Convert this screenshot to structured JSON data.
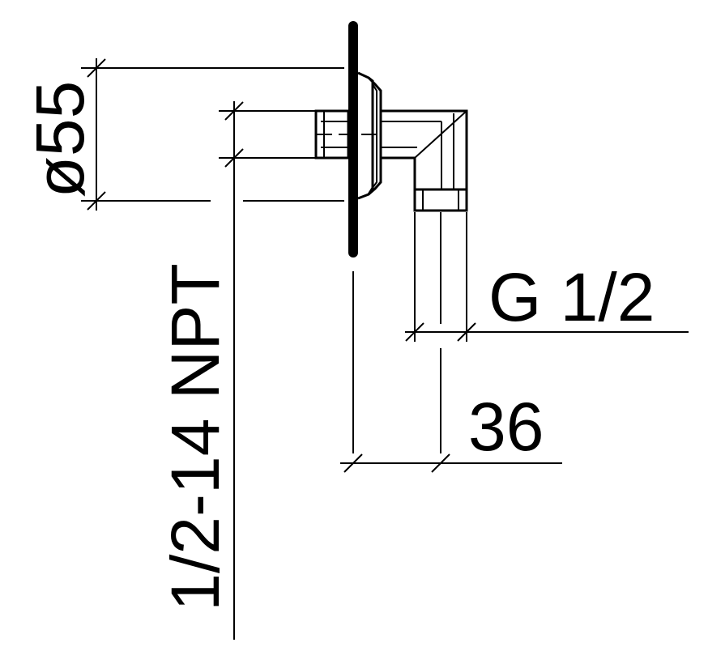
{
  "drawing": {
    "dimensions": {
      "diameter": "ø55",
      "inlet_thread": "1/2-14 NPT",
      "outlet_thread": "G 1/2",
      "projection": "36"
    }
  }
}
